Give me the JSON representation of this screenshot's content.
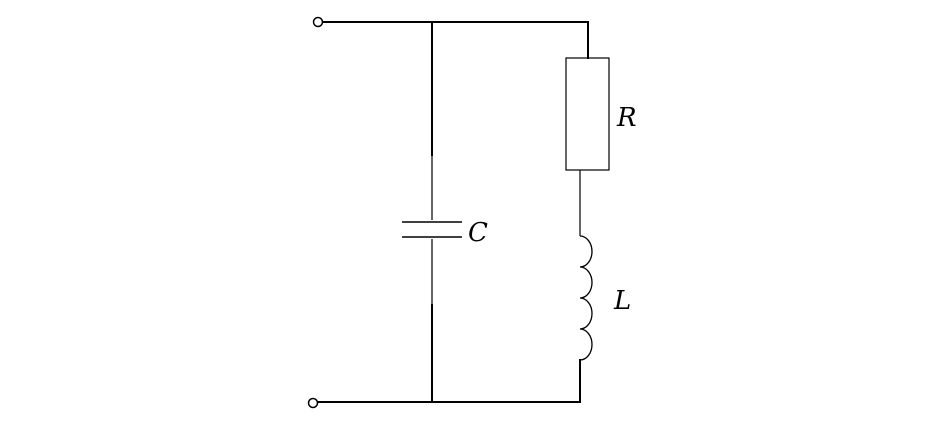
{
  "labels": {
    "resistor": "R",
    "capacitor": "C",
    "inductor": "L"
  },
  "colors": {
    "line": "#000000",
    "background": "#ffffff"
  }
}
